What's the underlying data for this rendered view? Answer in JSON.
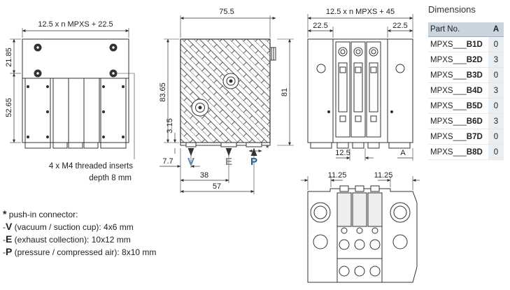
{
  "dims": {
    "front_width": "12.5 x n MPXS + 22.5",
    "front_top": "21.85",
    "front_left": "52.65",
    "front_note1": "4 x M4 threaded inserts",
    "front_note2": "depth 8 mm",
    "side_width": "75.5",
    "side_height": "83.65",
    "side_right": "81",
    "side_small": "3.15",
    "side_7_7": "7.7",
    "side_38": "38",
    "side_57": "57",
    "rear_width": "12.5 x n MPXS + 45",
    "rear_left": "22.5",
    "rear_right": "22.5",
    "rear_pitch": "12.5",
    "rear_a": "A",
    "plan_left": "11.25",
    "plan_right": "11.25",
    "asterisk": "*"
  },
  "ports": {
    "v": "V",
    "e": "E",
    "p": "P"
  },
  "table": {
    "title": "Dimensions",
    "col_part": "Part No.",
    "col_a": "A",
    "rows": [
      {
        "prefix": "MPXS___",
        "code": "B1D",
        "a": "0"
      },
      {
        "prefix": "MPXS___",
        "code": "B2D",
        "a": "3"
      },
      {
        "prefix": "MPXS___",
        "code": "B3D",
        "a": "0"
      },
      {
        "prefix": "MPXS___",
        "code": "B4D",
        "a": "3"
      },
      {
        "prefix": "MPXS___",
        "code": "B5D",
        "a": "0"
      },
      {
        "prefix": "MPXS___",
        "code": "B6D",
        "a": "3"
      },
      {
        "prefix": "MPXS___",
        "code": "B7D",
        "a": "0"
      },
      {
        "prefix": "MPXS___",
        "code": "B8D",
        "a": "0"
      }
    ]
  },
  "notes": {
    "head_star": "*",
    "head": " push-in connector:",
    "items": [
      {
        "dash": "-",
        "letter": "V",
        "text": " (vacuum / suction cup): 4x6 mm"
      },
      {
        "dash": "-",
        "letter": "E",
        "text": " (exhaust collection): 10x12 mm"
      },
      {
        "dash": "-",
        "letter": "P",
        "text": " (pressure / compressed air): 8x10 mm"
      }
    ]
  },
  "colors": {
    "line": "#333333",
    "port_v": "#5b86b4",
    "port_e": "#8a8a8a",
    "port_p": "#1d5e99",
    "table_head": "#c9d4de",
    "table_a": "#e9eef2"
  }
}
